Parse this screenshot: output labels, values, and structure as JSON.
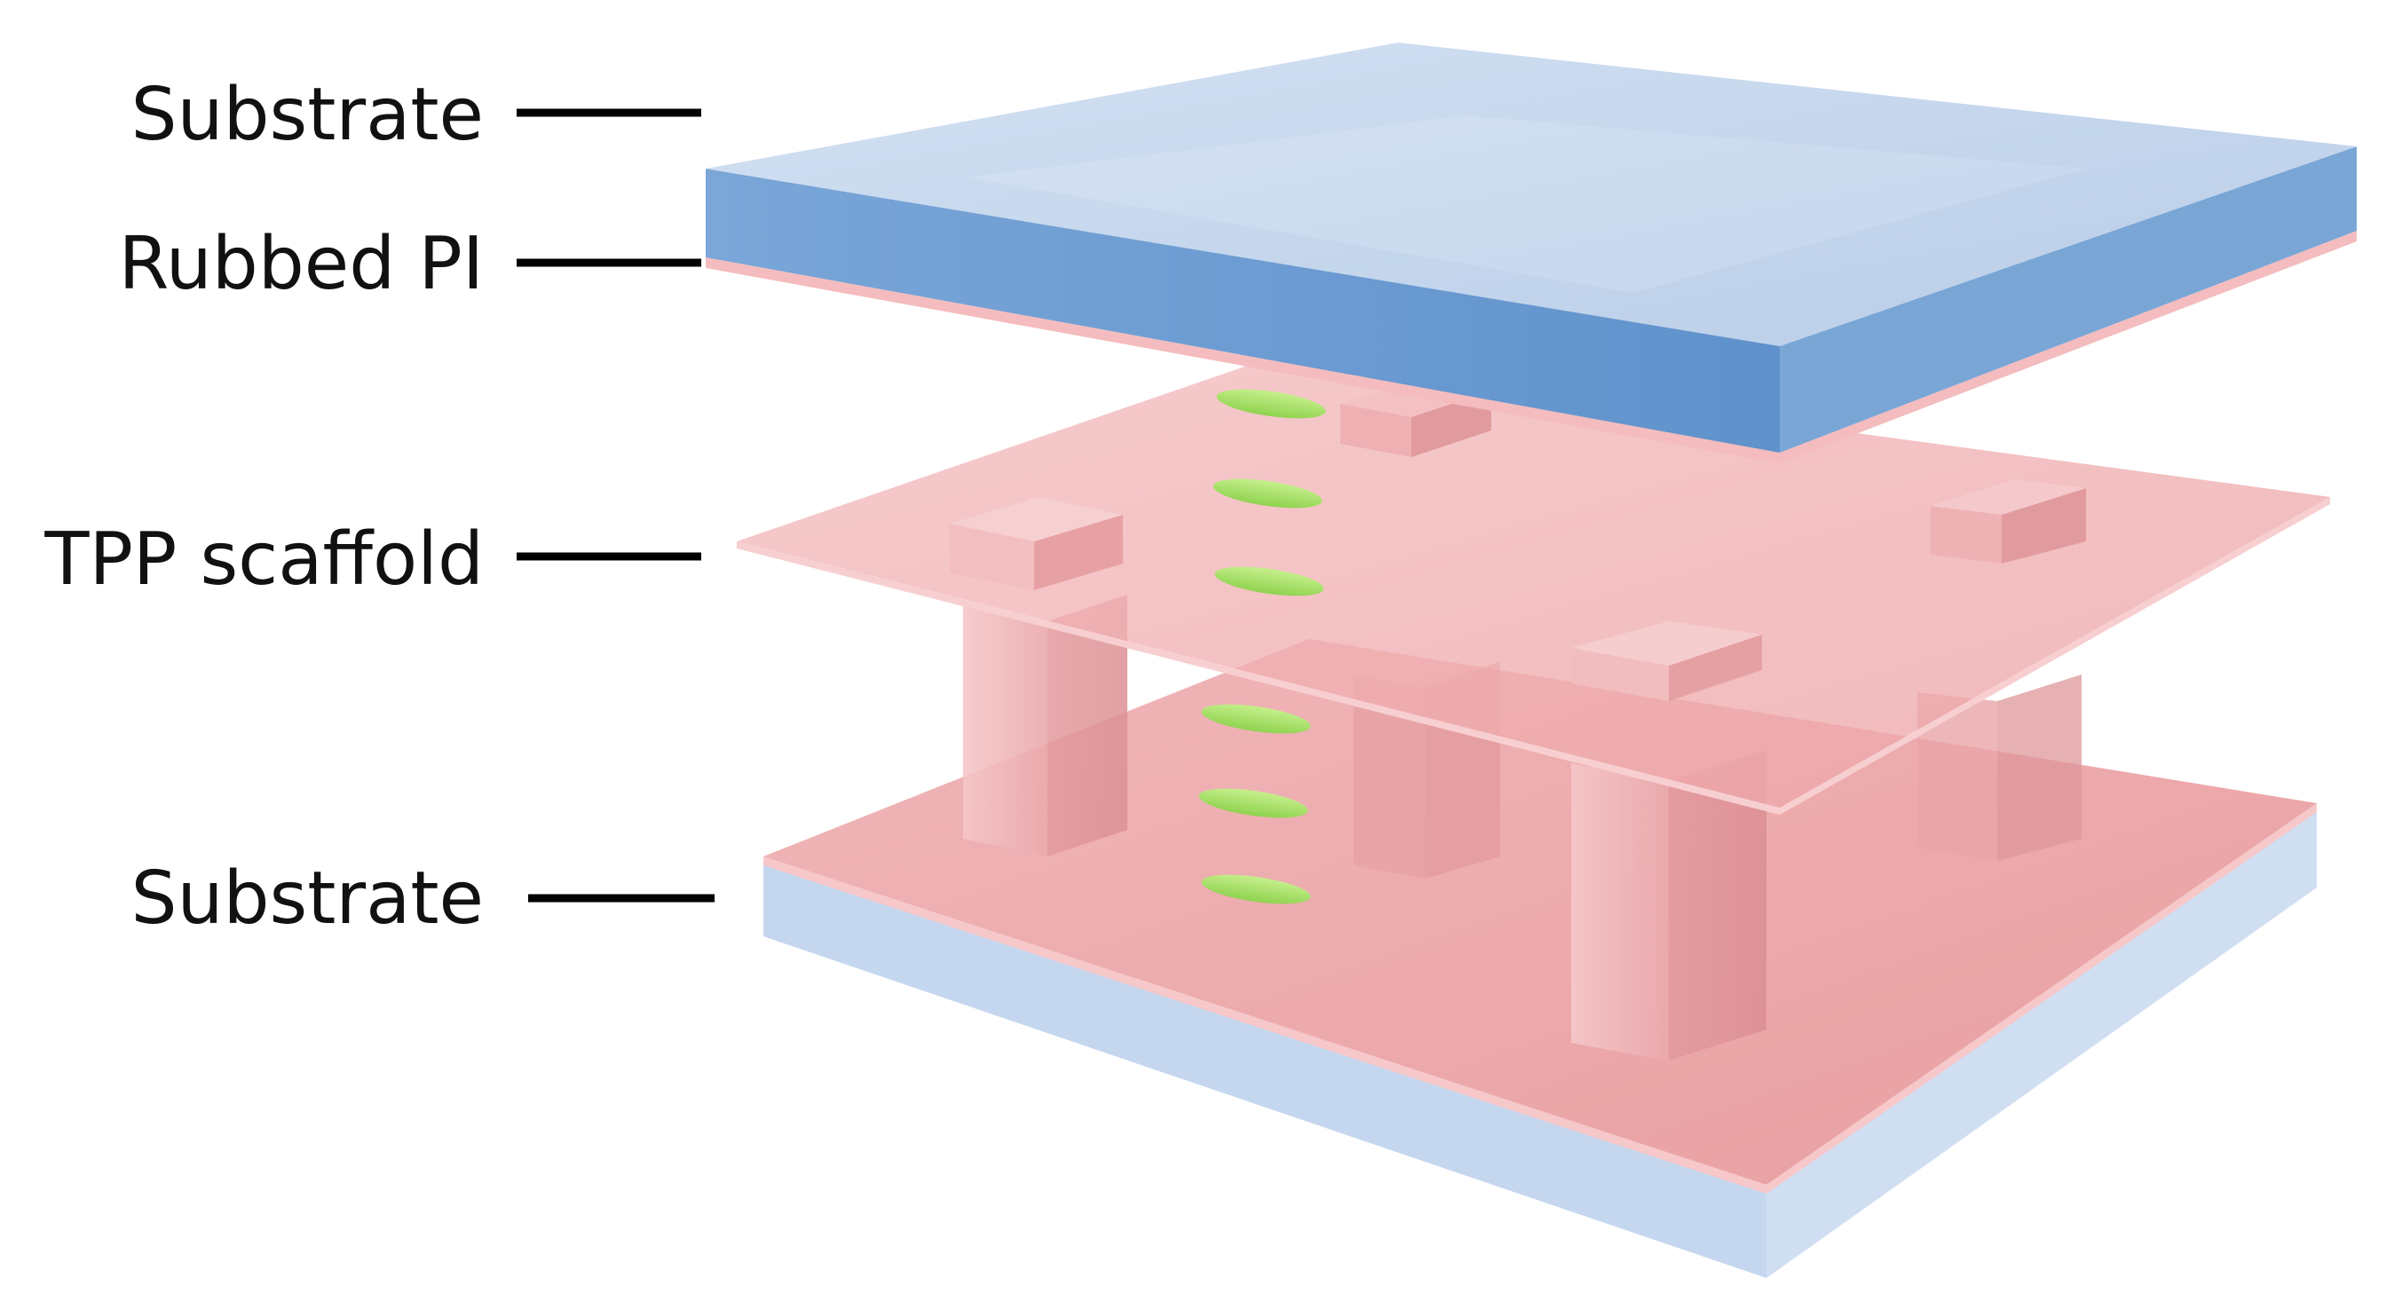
{
  "labels": {
    "top_substrate": "Substrate",
    "rubbed_pi": "Rubbed PI",
    "tpp_scaffold": "TPP scaffold",
    "bottom_substrate": "Substrate"
  },
  "colors": {
    "substrate_top_face": "#c9d9ee",
    "substrate_top_front": "#6f9fd3",
    "substrate_top_side": "#7fa9d8",
    "rubbed_pi": "#f2b9bb",
    "scaffold": "#eea9ab",
    "pillar": "#e9a3a6",
    "substrate_bottom": "#c7d8f0",
    "liquid_crystal": "#a8e06a"
  }
}
